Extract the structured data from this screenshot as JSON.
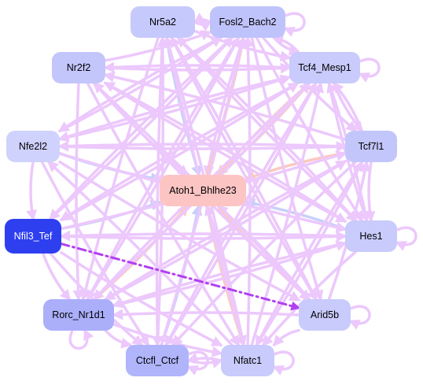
{
  "nodes": [
    {
      "id": "nr5a2",
      "label": "Nr5a2",
      "color": "#c6c9fb",
      "text_color": "#000000"
    },
    {
      "id": "fosl2",
      "label": "Fosl2_Bach2",
      "color": "#bfc3fb",
      "text_color": "#000000"
    },
    {
      "id": "nr2f2",
      "label": "Nr2f2",
      "color": "#c3c6fb",
      "text_color": "#000000"
    },
    {
      "id": "tcf4",
      "label": "Tcf4_Mesp1",
      "color": "#c8cbfb",
      "text_color": "#000000"
    },
    {
      "id": "nfe2l2",
      "label": "Nfe2l2",
      "color": "#cfd2fc",
      "text_color": "#000000"
    },
    {
      "id": "tcf7l1",
      "label": "Tcf7l1",
      "color": "#c3c6fb",
      "text_color": "#000000"
    },
    {
      "id": "atoh1",
      "label": "Atoh1_Bhlhe23",
      "color": "#fdc4c4",
      "text_color": "#000000"
    },
    {
      "id": "nfil3",
      "label": "Nfil3_Tef",
      "color": "#2e3ff0",
      "text_color": "#ffffff"
    },
    {
      "id": "hes1",
      "label": "Hes1",
      "color": "#c8cbfb",
      "text_color": "#000000"
    },
    {
      "id": "rorc",
      "label": "Rorc_Nr1d1",
      "color": "#abaffa",
      "text_color": "#000000"
    },
    {
      "id": "arid5b",
      "label": "Arid5b",
      "color": "#c8cbfb",
      "text_color": "#000000"
    },
    {
      "id": "ctcfl",
      "label": "Ctcfl_Ctcf",
      "color": "#b0b4fa",
      "text_color": "#000000"
    },
    {
      "id": "nfatc1",
      "label": "Nfatc1",
      "color": "#c8cbfb",
      "text_color": "#000000"
    }
  ],
  "edge_colors": {
    "default": "#ecc8fc",
    "activating": "#fcc8c0",
    "repressing": "#c8d0f8",
    "highlight": "#b23ff0"
  },
  "edges": [
    {
      "from": "nfil3",
      "to": "arid5b",
      "kind": "highlight",
      "dashed": true
    },
    {
      "from": "nr5a2",
      "to": "atoh1",
      "kind": "repressing"
    },
    {
      "from": "fosl2",
      "to": "atoh1",
      "kind": "default"
    },
    {
      "from": "nr2f2",
      "to": "atoh1",
      "kind": "default"
    },
    {
      "from": "tcf4",
      "to": "atoh1",
      "kind": "activating"
    },
    {
      "from": "nfe2l2",
      "to": "atoh1",
      "kind": "repressing"
    },
    {
      "from": "tcf7l1",
      "to": "atoh1",
      "kind": "activating"
    },
    {
      "from": "nfil3",
      "to": "atoh1",
      "kind": "repressing"
    },
    {
      "from": "hes1",
      "to": "atoh1",
      "kind": "repressing"
    },
    {
      "from": "rorc",
      "to": "atoh1",
      "kind": "activating"
    },
    {
      "from": "arid5b",
      "to": "atoh1",
      "kind": "default"
    },
    {
      "from": "ctcfl",
      "to": "atoh1",
      "kind": "repressing"
    },
    {
      "from": "nfatc1",
      "to": "atoh1",
      "kind": "default"
    },
    {
      "from": "atoh1",
      "to": "nfatc1",
      "kind": "activating"
    },
    {
      "from": "atoh1",
      "to": "tcf4",
      "kind": "activating"
    },
    {
      "from": "atoh1",
      "to": "arid5b",
      "kind": "activating"
    },
    {
      "from": "atoh1",
      "to": "fosl2",
      "kind": "activating"
    },
    {
      "from": "nr5a2",
      "to": "fosl2",
      "kind": "default"
    },
    {
      "from": "nr5a2",
      "to": "tcf4",
      "kind": "default"
    },
    {
      "from": "nr5a2",
      "to": "hes1",
      "kind": "default"
    },
    {
      "from": "nr5a2",
      "to": "nfatc1",
      "kind": "default"
    },
    {
      "from": "nr5a2",
      "to": "rorc",
      "kind": "default"
    },
    {
      "from": "nr5a2",
      "to": "ctcfl",
      "kind": "default"
    },
    {
      "from": "fosl2",
      "to": "nr5a2",
      "kind": "default"
    },
    {
      "from": "fosl2",
      "to": "tcf4",
      "kind": "default"
    },
    {
      "from": "fosl2",
      "to": "tcf7l1",
      "kind": "default"
    },
    {
      "from": "fosl2",
      "to": "arid5b",
      "kind": "default"
    },
    {
      "from": "fosl2",
      "to": "rorc",
      "kind": "default"
    },
    {
      "from": "fosl2",
      "to": "nfil3",
      "kind": "default"
    },
    {
      "from": "fosl2",
      "to": "nfe2l2",
      "kind": "default"
    },
    {
      "from": "nr2f2",
      "to": "fosl2",
      "kind": "default"
    },
    {
      "from": "nr2f2",
      "to": "tcf4",
      "kind": "default"
    },
    {
      "from": "nr2f2",
      "to": "hes1",
      "kind": "default"
    },
    {
      "from": "nr2f2",
      "to": "nfatc1",
      "kind": "default"
    },
    {
      "from": "nr2f2",
      "to": "rorc",
      "kind": "default"
    },
    {
      "from": "tcf4",
      "to": "nr2f2",
      "kind": "default"
    },
    {
      "from": "tcf4",
      "to": "nfe2l2",
      "kind": "default"
    },
    {
      "from": "tcf4",
      "to": "tcf7l1",
      "kind": "default"
    },
    {
      "from": "tcf4",
      "to": "hes1",
      "kind": "default"
    },
    {
      "from": "tcf4",
      "to": "rorc",
      "kind": "default"
    },
    {
      "from": "tcf4",
      "to": "ctcfl",
      "kind": "default"
    },
    {
      "from": "tcf4",
      "to": "nfil3",
      "kind": "default"
    },
    {
      "from": "nfe2l2",
      "to": "tcf4",
      "kind": "default"
    },
    {
      "from": "nfe2l2",
      "to": "tcf7l1",
      "kind": "default"
    },
    {
      "from": "nfe2l2",
      "to": "hes1",
      "kind": "default"
    },
    {
      "from": "nfe2l2",
      "to": "nfil3",
      "kind": "default"
    },
    {
      "from": "nfe2l2",
      "to": "fosl2",
      "kind": "default"
    },
    {
      "from": "nfe2l2",
      "to": "arid5b",
      "kind": "default"
    },
    {
      "from": "tcf7l1",
      "to": "nfe2l2",
      "kind": "default"
    },
    {
      "from": "tcf7l1",
      "to": "nr2f2",
      "kind": "default"
    },
    {
      "from": "tcf7l1",
      "to": "hes1",
      "kind": "default"
    },
    {
      "from": "tcf7l1",
      "to": "rorc",
      "kind": "default"
    },
    {
      "from": "tcf7l1",
      "to": "nfatc1",
      "kind": "default"
    },
    {
      "from": "tcf7l1",
      "to": "tcf4",
      "kind": "default"
    },
    {
      "from": "tcf7l1",
      "to": "ctcfl",
      "kind": "default"
    },
    {
      "from": "nfil3",
      "to": "tcf7l1",
      "kind": "default"
    },
    {
      "from": "nfil3",
      "to": "hes1",
      "kind": "default"
    },
    {
      "from": "nfil3",
      "to": "rorc",
      "kind": "default"
    },
    {
      "from": "nfil3",
      "to": "nfatc1",
      "kind": "default"
    },
    {
      "from": "nfil3",
      "to": "tcf4",
      "kind": "default"
    },
    {
      "from": "nfil3",
      "to": "fosl2",
      "kind": "default"
    },
    {
      "from": "hes1",
      "to": "nfil3",
      "kind": "default"
    },
    {
      "from": "hes1",
      "to": "rorc",
      "kind": "default"
    },
    {
      "from": "hes1",
      "to": "nfatc1",
      "kind": "default"
    },
    {
      "from": "hes1",
      "to": "tcf4",
      "kind": "default"
    },
    {
      "from": "hes1",
      "to": "nr5a2",
      "kind": "default"
    },
    {
      "from": "hes1",
      "to": "nr2f2",
      "kind": "default"
    },
    {
      "from": "rorc",
      "to": "hes1",
      "kind": "default"
    },
    {
      "from": "rorc",
      "to": "nfatc1",
      "kind": "default"
    },
    {
      "from": "rorc",
      "to": "ctcfl",
      "kind": "default"
    },
    {
      "from": "rorc",
      "to": "tcf7l1",
      "kind": "default"
    },
    {
      "from": "rorc",
      "to": "fosl2",
      "kind": "default"
    },
    {
      "from": "rorc",
      "to": "tcf4",
      "kind": "default"
    },
    {
      "from": "arid5b",
      "to": "nfatc1",
      "kind": "default"
    },
    {
      "from": "arid5b",
      "to": "rorc",
      "kind": "default"
    },
    {
      "from": "arid5b",
      "to": "tcf7l1",
      "kind": "default"
    },
    {
      "from": "arid5b",
      "to": "nr2f2",
      "kind": "default"
    },
    {
      "from": "arid5b",
      "to": "nr5a2",
      "kind": "default"
    },
    {
      "from": "ctcfl",
      "to": "nfatc1",
      "kind": "default"
    },
    {
      "from": "ctcfl",
      "to": "tcf4",
      "kind": "default"
    },
    {
      "from": "ctcfl",
      "to": "fosl2",
      "kind": "default"
    },
    {
      "from": "ctcfl",
      "to": "nr5a2",
      "kind": "default"
    },
    {
      "from": "nfatc1",
      "to": "ctcfl",
      "kind": "default"
    },
    {
      "from": "nfatc1",
      "to": "fosl2",
      "kind": "default"
    },
    {
      "from": "nfatc1",
      "to": "nr5a2",
      "kind": "default"
    },
    {
      "from": "nfatc1",
      "to": "tcf7l1",
      "kind": "default"
    },
    {
      "from": "nfatc1",
      "to": "nfe2l2",
      "kind": "default"
    },
    {
      "from": "nfatc1",
      "to": "tcf4",
      "kind": "default"
    },
    {
      "from": "nfil3",
      "to": "ctcfl",
      "kind": "default"
    },
    {
      "from": "nfe2l2",
      "to": "ctcfl",
      "kind": "default"
    },
    {
      "from": "nr2f2",
      "to": "arid5b",
      "kind": "default"
    },
    {
      "from": "nr5a2",
      "to": "arid5b",
      "kind": "default"
    },
    {
      "from": "fosl2",
      "to": "hes1",
      "kind": "default"
    },
    {
      "from": "fosl2",
      "to": "tcf4",
      "kind": "default"
    },
    {
      "from": "tcf4",
      "to": "fosl2",
      "kind": "default"
    }
  ],
  "self_loops": [
    "fosl2",
    "tcf4",
    "hes1",
    "arid5b",
    "nfatc1",
    "ctcfl",
    "rorc"
  ]
}
